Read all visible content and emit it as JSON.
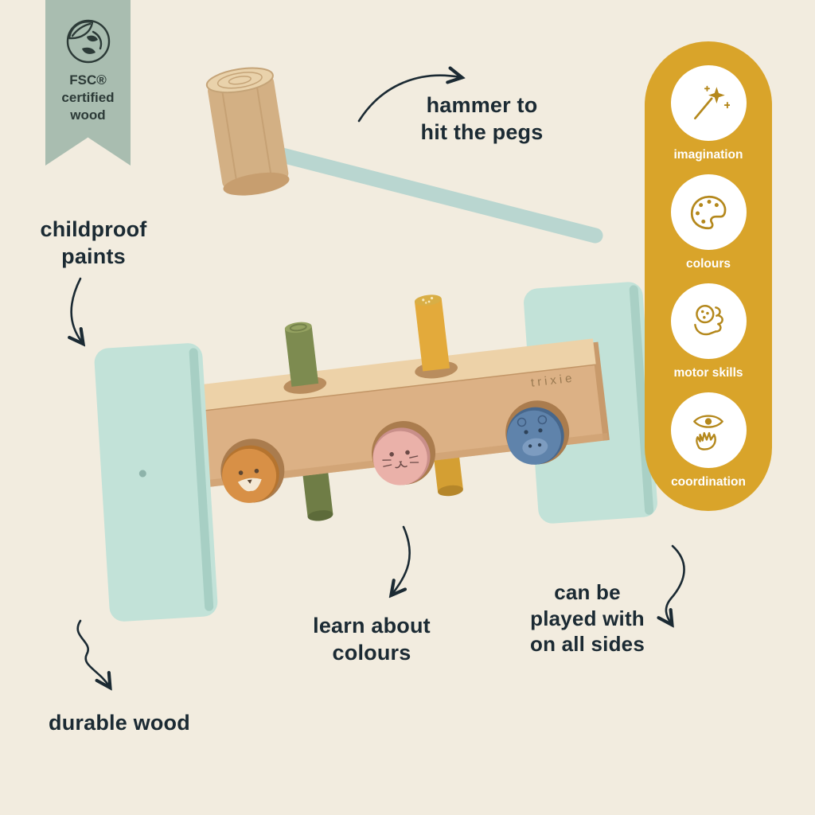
{
  "badge": {
    "fsc": "FSC®",
    "certified": "certified",
    "wood": "wood",
    "icon": "globe-leaf-icon",
    "color": "#a9bdb0"
  },
  "annotations": {
    "hammer": "hammer to\nhit the pegs",
    "childproof_paints": "childproof\npaints",
    "durable_wood": "durable wood",
    "learn_colours": "learn about\ncolours",
    "all_sides": "can be\nplayed with\non all sides"
  },
  "features": [
    {
      "label": "imagination",
      "icon": "magic-wand-icon"
    },
    {
      "label": "colours",
      "icon": "paint-palette-icon"
    },
    {
      "label": "motor skills",
      "icon": "grasping-hand-icon"
    },
    {
      "label": "coordination",
      "icon": "eye-hand-icon"
    }
  ],
  "brand": {
    "name": "trixie"
  },
  "colors": {
    "background": "#f2ecdf",
    "badge_green": "#a9bdb0",
    "capsule_gold": "#d9a42a",
    "icon_gold": "#b4881c",
    "mint": "#c2e2d8",
    "wood_light": "#edd2a8",
    "wood": "#dcb185",
    "peg_green": "#7d8b50",
    "peg_yellow": "#e3aa3b",
    "peg_orange": "#d89046",
    "peg_pink": "#eab1a9",
    "peg_blue": "#5f83ab",
    "text_dark": "#1b2a33"
  }
}
